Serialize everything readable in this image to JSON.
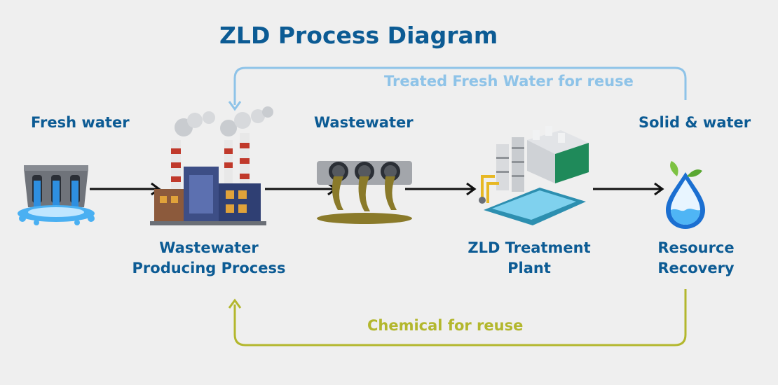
{
  "title": "ZLD Process Diagram",
  "loops": {
    "top_label": "Treated Fresh Water for reuse",
    "bottom_label": "Chemical for reuse"
  },
  "labels": {
    "fresh_water": "Fresh water",
    "wastewater": "Wastewater",
    "solid_water": "Solid & water",
    "process_line1": "Wastewater",
    "process_line2": "Producing Process",
    "plant_line1": "ZLD Treatment",
    "plant_line2": "Plant",
    "recovery_line1": "Resource",
    "recovery_line2": "Recovery"
  },
  "colors": {
    "title": "#0c5b94",
    "top_loop": "#8ec3e8",
    "bottom_loop": "#b3b72d",
    "arrow": "#111111"
  },
  "icons": [
    "water-outlet-icon",
    "factory-icon",
    "sewage-pipes-icon",
    "treatment-plant-icon",
    "water-drop-leaf-icon"
  ]
}
